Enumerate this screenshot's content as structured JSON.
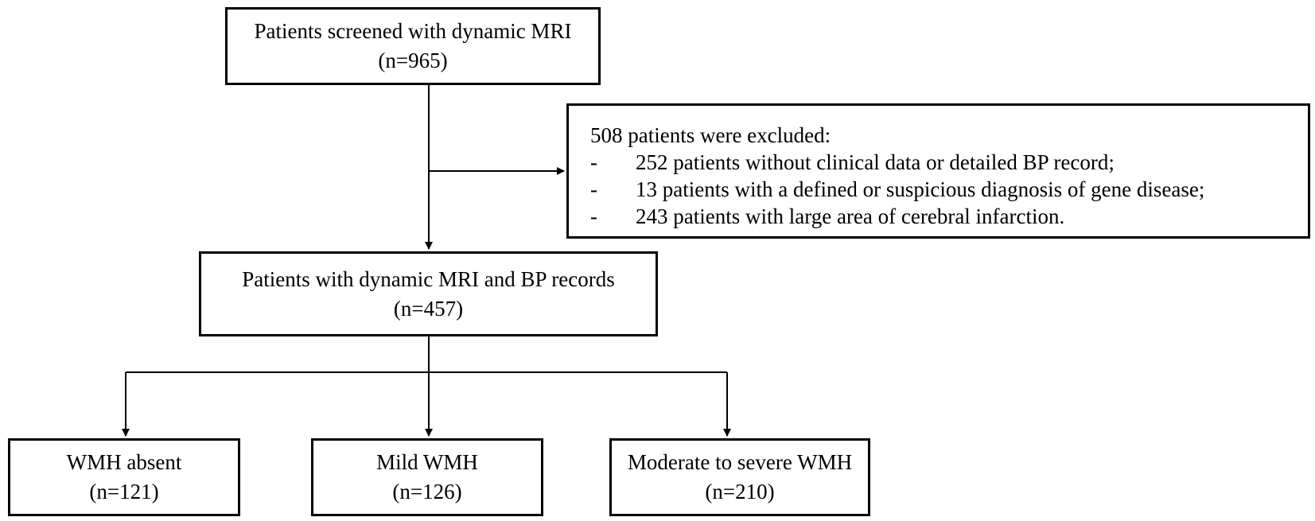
{
  "screened": {
    "title": "Patients screened with dynamic MRI",
    "count": "(n=965)"
  },
  "excluded": {
    "header": "508 patients were excluded:",
    "items": [
      {
        "bullet": "-",
        "text": "252 patients without clinical data or detailed BP record;"
      },
      {
        "bullet": "-",
        "text": "13 patients with a defined or suspicious diagnosis of gene disease;"
      },
      {
        "bullet": "-",
        "text": "243 patients with large area of cerebral infarction."
      }
    ]
  },
  "included": {
    "title": "Patients with dynamic MRI and BP records",
    "count": "(n=457)"
  },
  "groups": [
    {
      "title": "WMH absent",
      "count": "(n=121)"
    },
    {
      "title": "Mild WMH",
      "count": "(n=126)"
    },
    {
      "title": "Moderate to severe WMH",
      "count": "(n=210)"
    }
  ]
}
